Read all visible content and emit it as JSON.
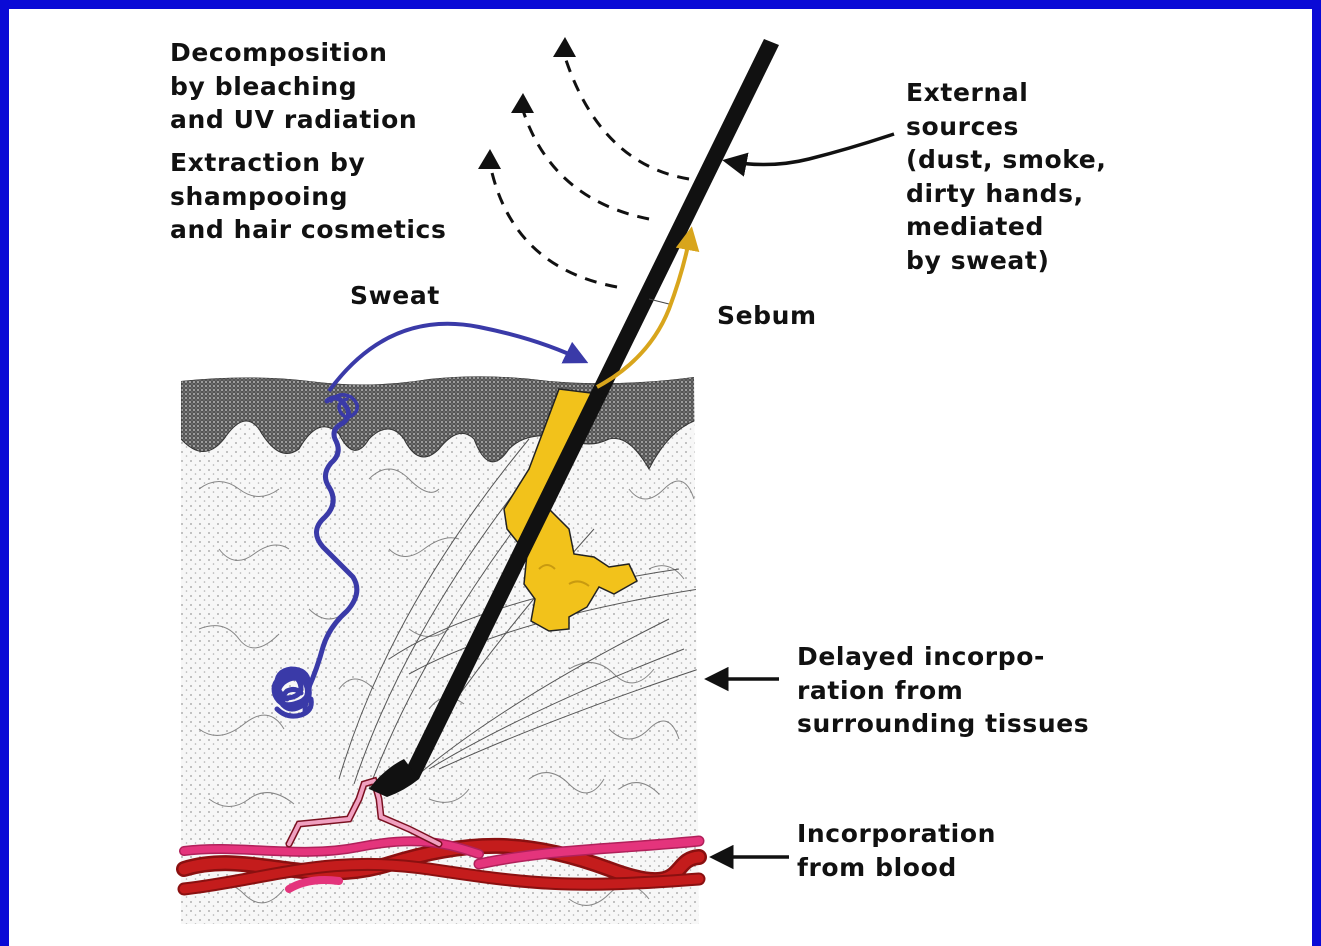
{
  "labels": {
    "decomposition": "Decomposition\nby bleaching\nand UV radiation",
    "extraction": "Extraction by\nshampooing\nand hair cosmetics",
    "external": "External\nsources\n(dust, smoke,\ndirty hands,\nmediated\nby sweat)",
    "sweat": "Sweat",
    "sebum": "Sebum",
    "delayed": "Delayed incorpo-\nration from\nsurrounding tissues",
    "blood": "Incorporation\nfrom blood"
  },
  "colors": {
    "frame": "#0a0ad6",
    "sweat": "#3a3aa8",
    "sebum": "#f2c21b",
    "sebum_arrow": "#d8a51c",
    "vessel_dark": "#b81818",
    "vessel_light": "#e4347c",
    "epidermis": "#6a6a6a",
    "hair": "#111111"
  }
}
